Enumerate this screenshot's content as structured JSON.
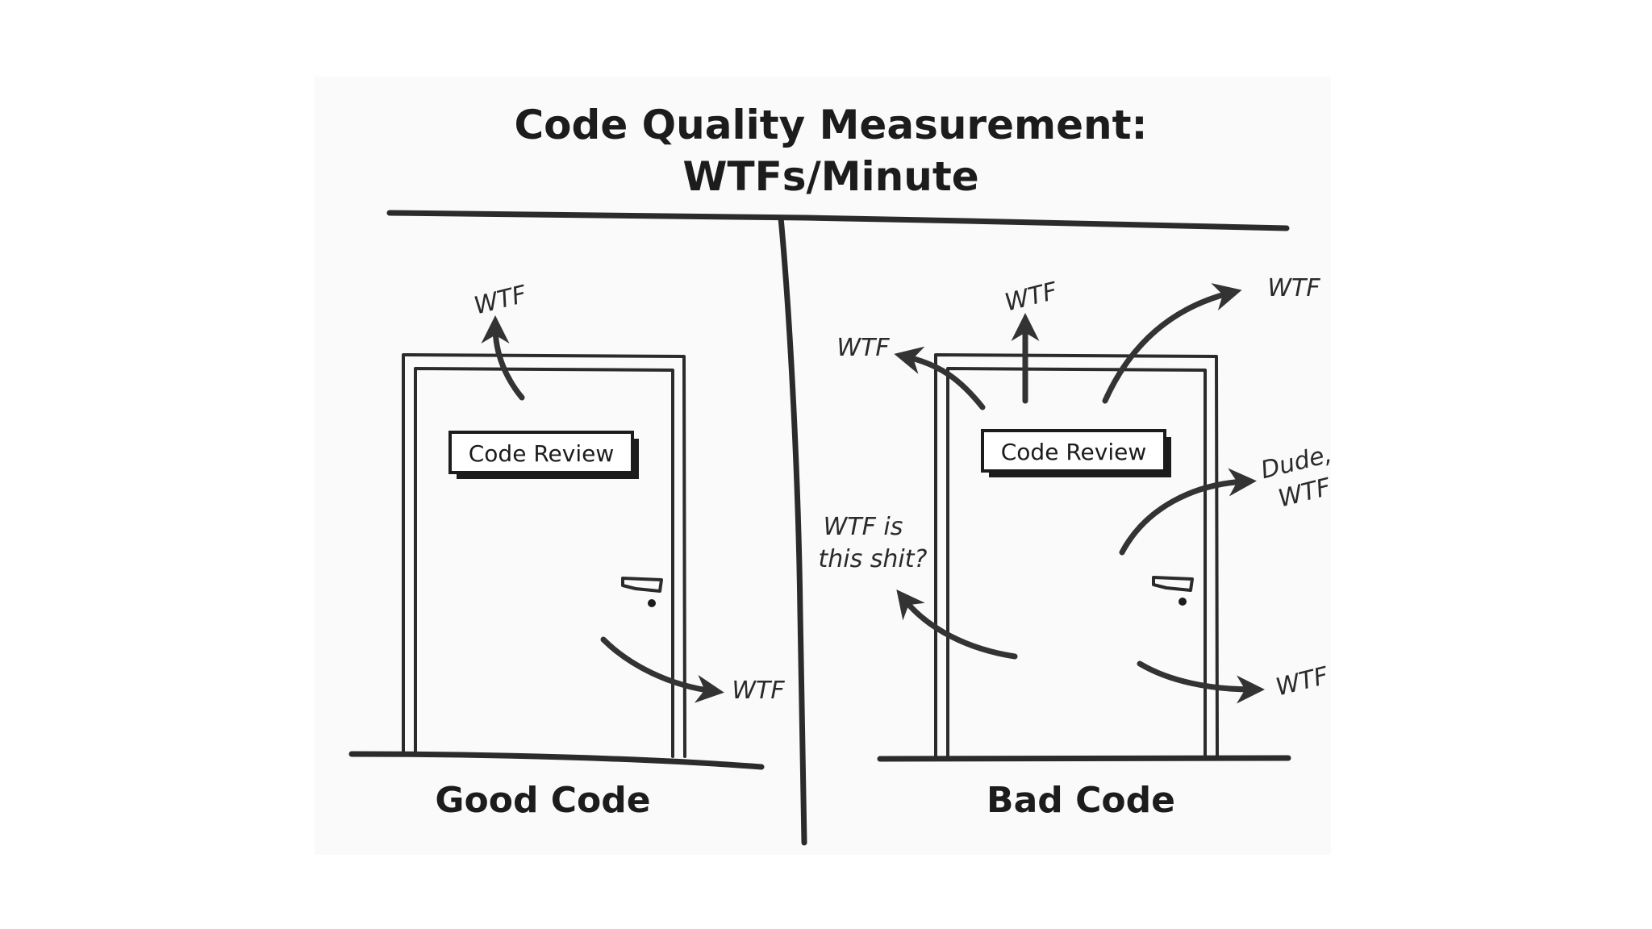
{
  "title": {
    "line1": "Code Quality Measurement:",
    "line2": "WTFs/Minute"
  },
  "panels": {
    "good": {
      "caption": "Good Code",
      "door_sign": "Code Review",
      "exclamations": [
        "WTF",
        "WTF"
      ]
    },
    "bad": {
      "caption": "Bad Code",
      "door_sign": "Code Review",
      "exclamations": [
        "WTF",
        "WTF",
        "WTF",
        "Dude,",
        "WTF",
        "WTF is",
        "this shit?",
        "WTF"
      ]
    }
  },
  "colors": {
    "ink": "#2b2b2b",
    "background": "#ffffff",
    "panel_background": "#fafafa"
  }
}
